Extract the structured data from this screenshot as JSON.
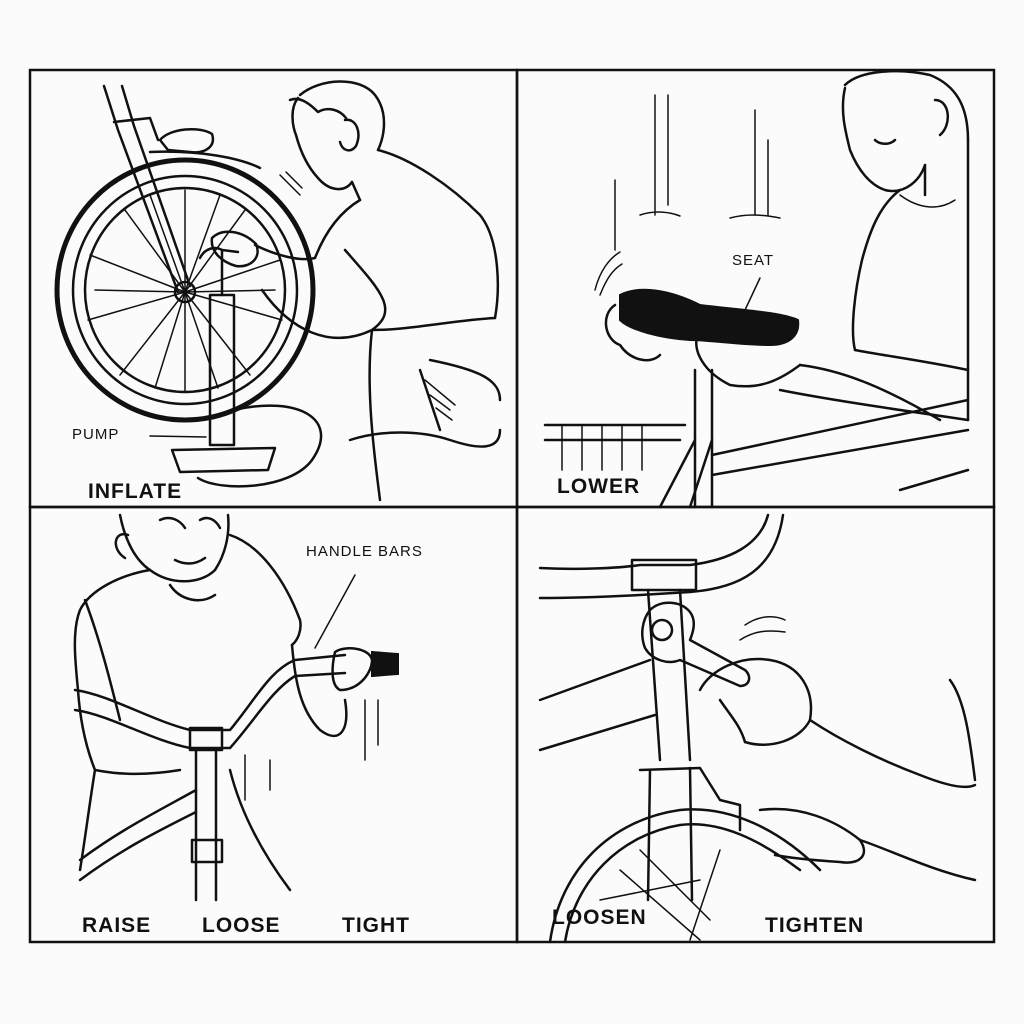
{
  "panels": [
    {
      "labels": {
        "pump": "PUMP",
        "caption": "INFLATE"
      }
    },
    {
      "labels": {
        "seat": "SEAT",
        "caption": "LOWER"
      }
    },
    {
      "labels": {
        "handle_bars": "HANDLE BARS",
        "raise": "RAISE",
        "loose": "LOOSE",
        "tight": "TIGHT"
      }
    },
    {
      "labels": {
        "loosen": "LOOSEN",
        "tighten": "TIGHTEN"
      }
    }
  ]
}
